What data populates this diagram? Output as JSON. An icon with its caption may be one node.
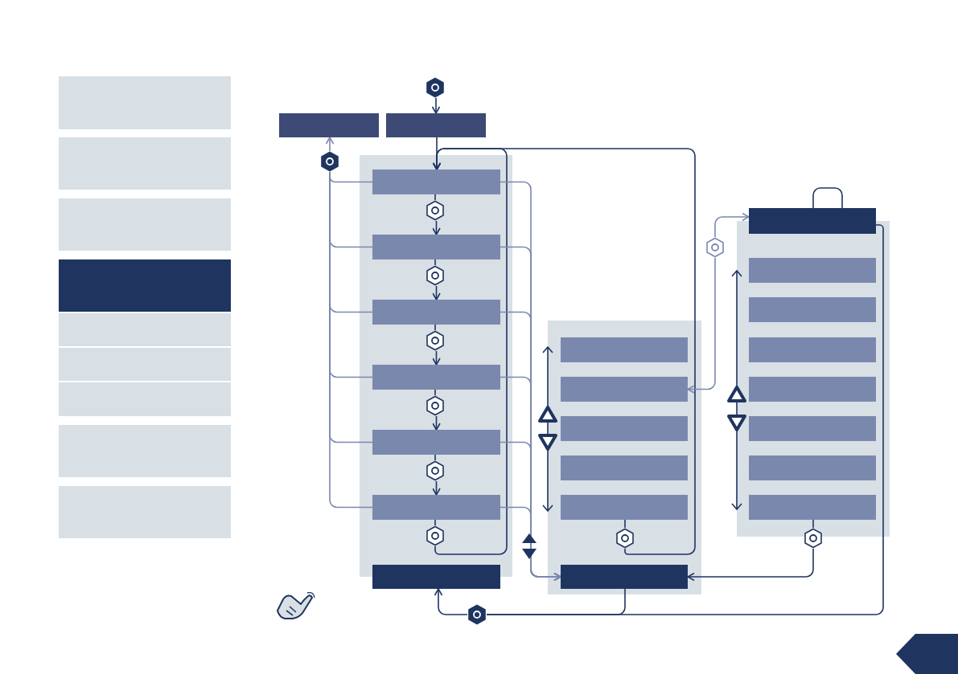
{
  "diagram": {
    "nodes": [
      {
        "text": [],
        "shape": "box"
      },
      {
        "text": [],
        "shape": "box"
      },
      {
        "text": [],
        "shape": "box"
      },
      {
        "text": [],
        "shape": "box"
      },
      {
        "text": [],
        "shape": "box"
      },
      {
        "text": [],
        "shape": "box"
      },
      {
        "text": [],
        "shape": "box"
      },
      {
        "text": [],
        "shape": "box"
      },
      {
        "text": [],
        "shape": "box"
      },
      {
        "text": [],
        "shape": "hexagon"
      },
      {
        "text": [],
        "shape": "box"
      },
      {
        "text": [],
        "shape": "box"
      },
      {
        "text": [],
        "shape": "box"
      },
      {
        "text": [],
        "shape": "box",
        "in": 12
      },
      {
        "text": [],
        "shape": "box",
        "in": 12
      },
      {
        "text": [],
        "shape": "box",
        "in": 12
      },
      {
        "text": [],
        "shape": "box",
        "in": 12
      },
      {
        "text": [],
        "shape": "box",
        "in": 12
      },
      {
        "text": [],
        "shape": "box",
        "in": 12
      },
      {
        "text": [],
        "shape": "hexagon",
        "in": 12
      },
      {
        "text": [],
        "shape": "hexagon",
        "in": 12
      },
      {
        "text": [],
        "shape": "hexagon",
        "in": 12
      },
      {
        "text": [],
        "shape": "hexagon",
        "in": 12
      },
      {
        "text": [],
        "shape": "hexagon",
        "in": 12
      },
      {
        "text": [],
        "shape": "hexagon",
        "in": 12
      },
      {
        "text": [],
        "shape": "hexagon"
      },
      {
        "text": [],
        "shape": "box"
      },
      {
        "text": [],
        "shape": "box"
      },
      {
        "text": [],
        "shape": "box",
        "in": 27
      },
      {
        "text": [],
        "shape": "box",
        "in": 27
      },
      {
        "text": [],
        "shape": "box",
        "in": 27
      },
      {
        "text": [],
        "shape": "box",
        "in": 27
      },
      {
        "text": [],
        "shape": "box",
        "in": 27
      },
      {
        "text": [],
        "shape": "hexagon",
        "in": 27
      },
      {
        "text": [],
        "shape": "box",
        "in": 27
      },
      {
        "text": [],
        "shape": "box"
      },
      {
        "text": [],
        "shape": "box"
      },
      {
        "text": [],
        "shape": "box",
        "in": 35
      },
      {
        "text": [],
        "shape": "box",
        "in": 35
      },
      {
        "text": [],
        "shape": "box",
        "in": 35
      },
      {
        "text": [],
        "shape": "box",
        "in": 35
      },
      {
        "text": [],
        "shape": "box",
        "in": 35
      },
      {
        "text": [],
        "shape": "box",
        "in": 35
      },
      {
        "text": [],
        "shape": "box",
        "in": 35
      },
      {
        "text": [],
        "shape": "hexagon"
      },
      {
        "text": [],
        "shape": "hexagon"
      },
      {
        "text": [],
        "shape": "hexagon"
      }
    ],
    "edges": [
      {
        "from": 9,
        "to": 11,
        "arrow": "to"
      },
      {
        "from": 13,
        "to": 19,
        "arrow": "none"
      },
      {
        "from": 14,
        "to": 20,
        "arrow": "none"
      },
      {
        "from": 15,
        "to": 21,
        "arrow": "none"
      },
      {
        "from": 16,
        "to": 22,
        "arrow": "none"
      },
      {
        "from": 17,
        "to": 23,
        "arrow": "none"
      },
      {
        "from": 18,
        "to": 24,
        "arrow": "none"
      },
      {
        "from": 19,
        "to": 14,
        "arrow": "to"
      },
      {
        "from": 20,
        "to": 15,
        "arrow": "to"
      },
      {
        "from": 21,
        "to": 16,
        "arrow": "to"
      },
      {
        "from": 22,
        "to": 17,
        "arrow": "to"
      },
      {
        "from": 23,
        "to": 18,
        "arrow": "to"
      },
      {
        "from": 24,
        "to": 13,
        "arrow": "to"
      },
      {
        "from": 33,
        "to": 13,
        "arrow": "to"
      },
      {
        "from": 11,
        "to": 13,
        "arrow": "to"
      },
      {
        "from": 13,
        "to": 25,
        "arrow": "none",
        "color": "#7b88ae"
      },
      {
        "from": 14,
        "to": 25,
        "arrow": "none",
        "color": "#7b88ae"
      },
      {
        "from": 15,
        "to": 25,
        "arrow": "none",
        "color": "#7b88ae"
      },
      {
        "from": 16,
        "to": 25,
        "arrow": "none",
        "color": "#7b88ae"
      },
      {
        "from": 17,
        "to": 25,
        "arrow": "none",
        "color": "#7b88ae"
      },
      {
        "from": 18,
        "to": 25,
        "arrow": "none",
        "color": "#7b88ae"
      },
      {
        "from": 25,
        "to": 10,
        "arrow": "to",
        "color": "#7b88ae"
      },
      {
        "from": 13,
        "to": 34,
        "arrow": "to",
        "color": "#7b88ae"
      },
      {
        "from": 14,
        "to": 34,
        "arrow": "to",
        "color": "#7b88ae"
      },
      {
        "from": 15,
        "to": 34,
        "arrow": "to",
        "color": "#7b88ae"
      },
      {
        "from": 16,
        "to": 34,
        "arrow": "to",
        "color": "#7b88ae"
      },
      {
        "from": 17,
        "to": 34,
        "arrow": "to",
        "color": "#7b88ae"
      },
      {
        "from": 18,
        "to": 34,
        "arrow": "to",
        "color": "#7b88ae"
      },
      {
        "from": 32,
        "to": 33,
        "arrow": "none"
      },
      {
        "from": 43,
        "to": 44,
        "arrow": "none"
      },
      {
        "from": 44,
        "to": 34,
        "arrow": "to"
      },
      {
        "from": 45,
        "to": 36,
        "arrow": "to",
        "color": "#7b88ae"
      },
      {
        "from": 45,
        "to": 29,
        "arrow": "to",
        "color": "#7b88ae"
      },
      {
        "from": 36,
        "to": 36,
        "arrow": "none"
      },
      {
        "from": 36,
        "to": 46,
        "arrow": "none"
      },
      {
        "from": 34,
        "to": 46,
        "arrow": "none"
      },
      {
        "from": 46,
        "to": 26,
        "arrow": "to"
      }
    ]
  }
}
